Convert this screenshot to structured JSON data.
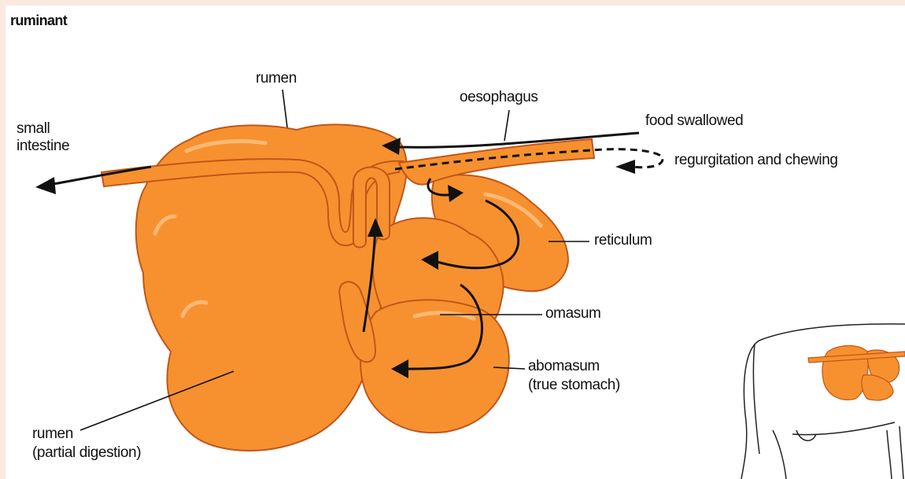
{
  "title": "ruminant",
  "labels": {
    "rumen_top": "rumen",
    "oesophagus": "oesophagus",
    "food_swallowed": "food swallowed",
    "regurgitation": "regurgitation and chewing",
    "small_intestine_line1": "small",
    "small_intestine_line2": "intestine",
    "reticulum": "reticulum",
    "omasum": "omasum",
    "abomasum_line1": "abomasum",
    "abomasum_line2": "(true stomach)",
    "rumen_bottom_line1": "rumen",
    "rumen_bottom_line2": "(partial digestion)"
  },
  "colors": {
    "stomach_fill": "#f7912f",
    "stomach_outline": "#c0561a",
    "highlight": "#fbc083",
    "arrow": "#111111",
    "page_border": "#fbe9df"
  }
}
